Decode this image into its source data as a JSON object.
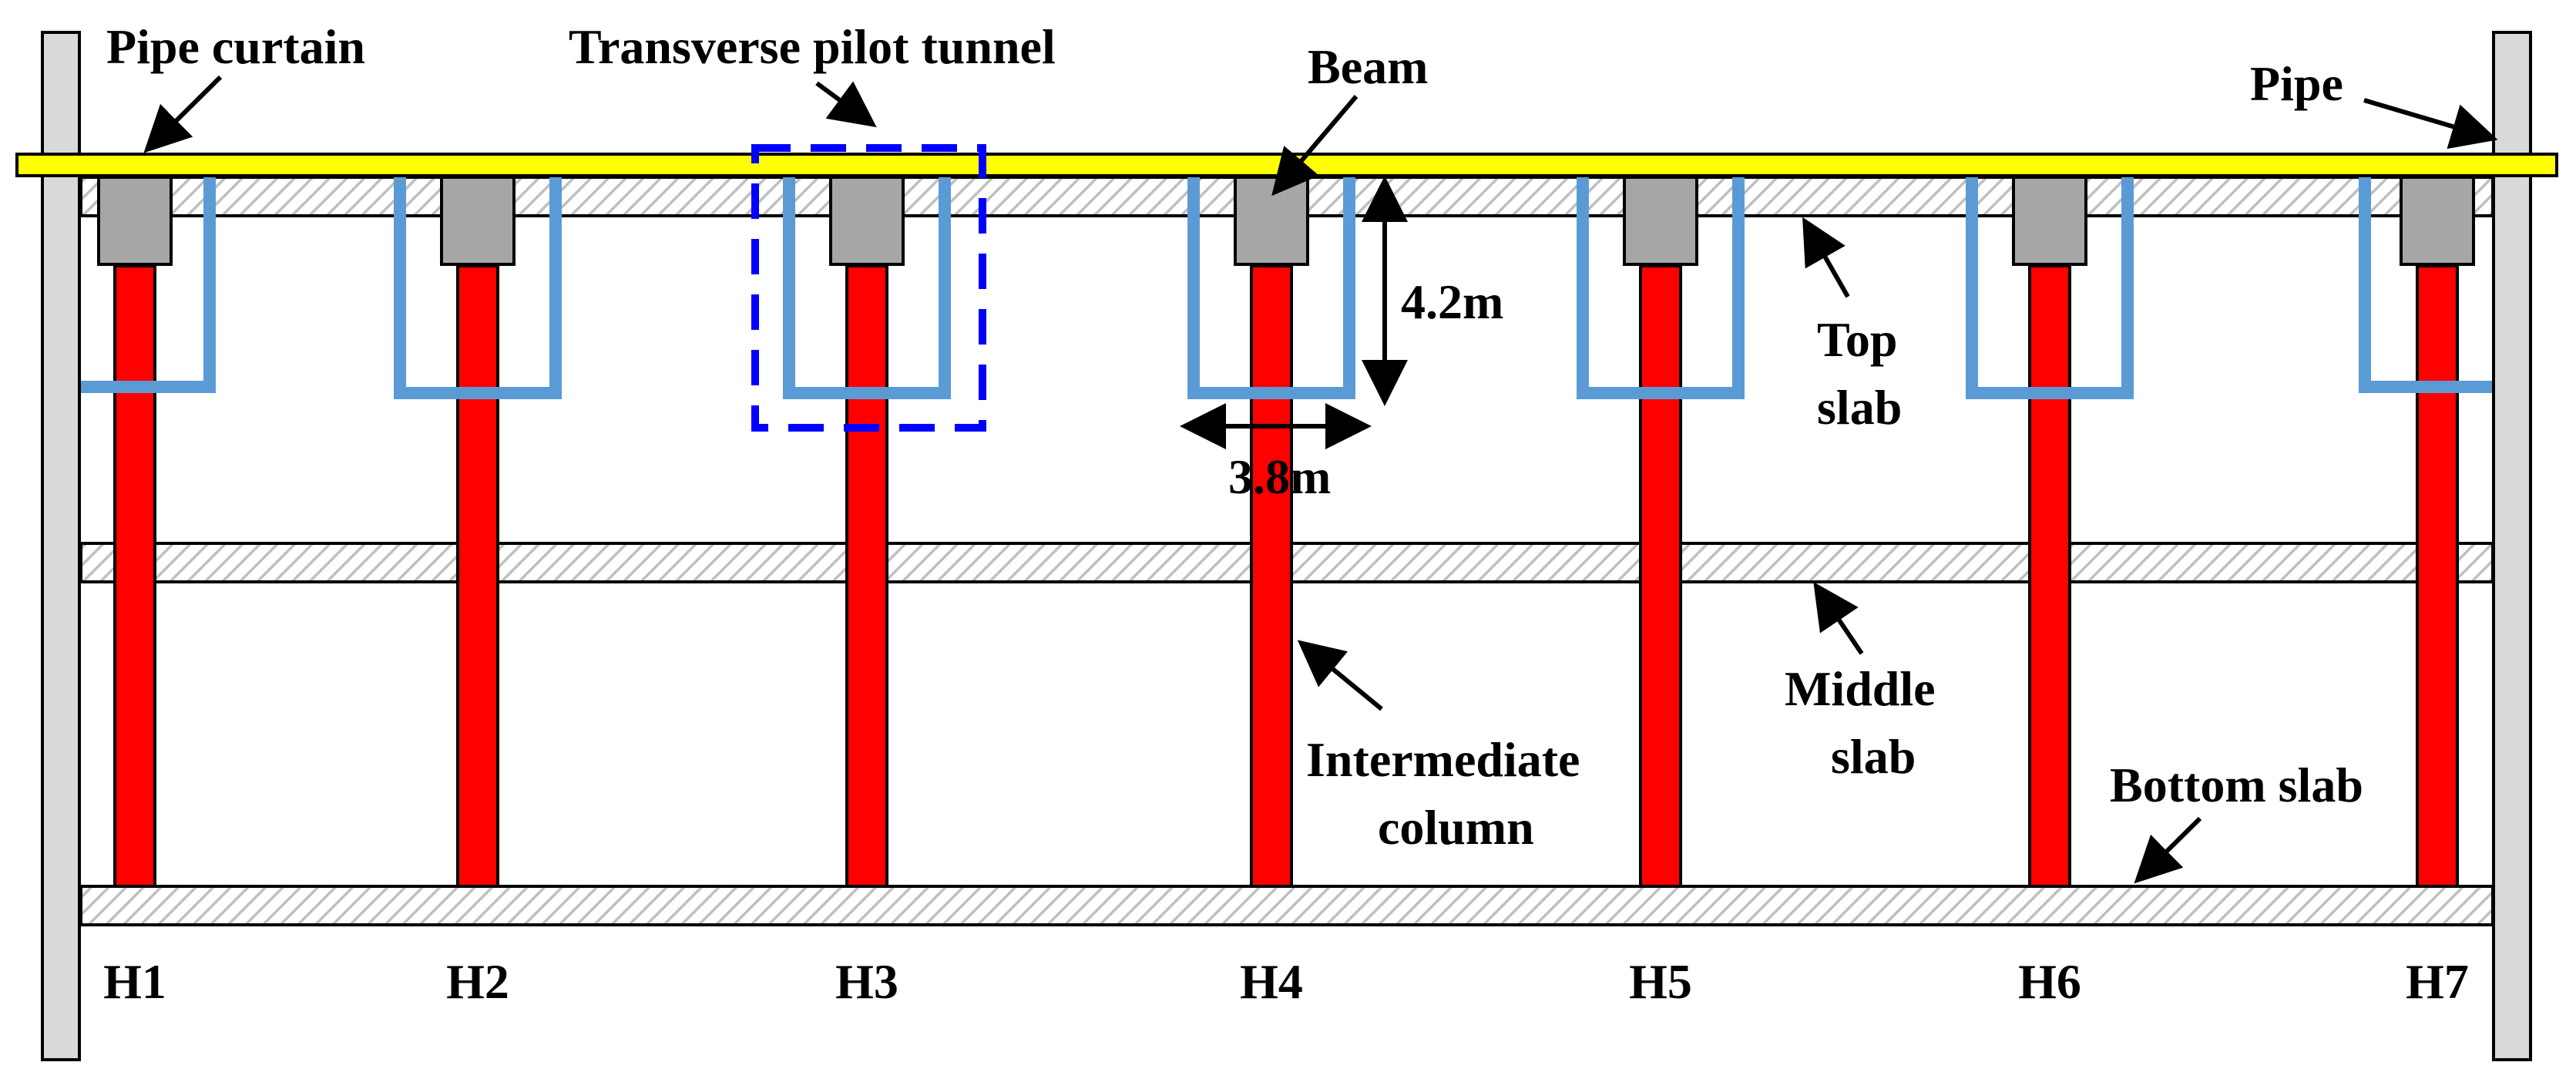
{
  "labels": {
    "pipe_curtain": "Pipe curtain",
    "transverse_pilot_tunnel": "Transverse pilot tunnel",
    "beam": "Beam",
    "pipe": "Pipe",
    "height_dim": "4.2m",
    "width_dim": "3.8m",
    "top_slab_line1": "Top",
    "top_slab_line2": "slab",
    "middle_slab_line1": "Middle",
    "middle_slab_line2": "slab",
    "intermediate_column_line1": "Intermediate",
    "intermediate_column_line2": "column",
    "bottom_slab": "Bottom slab"
  },
  "columns": [
    "H1",
    "H2",
    "H3",
    "H4",
    "H5",
    "H6",
    "H7"
  ],
  "colors": {
    "pipe_curtain": "#ffff00",
    "pilot_tunnel": "#5b9bd5",
    "column": "#ff0000",
    "beam": "#a6a6a6",
    "wall": "#d9d9d9",
    "highlight_box": "#0000ff",
    "slab_hatch": "#bfbfbf"
  }
}
